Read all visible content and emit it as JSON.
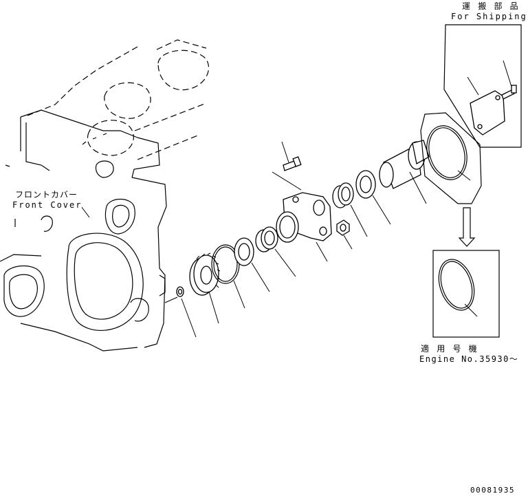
{
  "labels": {
    "shipping_jp": "運 搬 部 品",
    "shipping_en": "For Shipping",
    "front_cover_jp": "フロントカバー",
    "front_cover_en": "Front Cover",
    "engine_jp": "適 用 号 機",
    "engine_en": "Engine No.35930～",
    "drawing_number": "00081935"
  }
}
